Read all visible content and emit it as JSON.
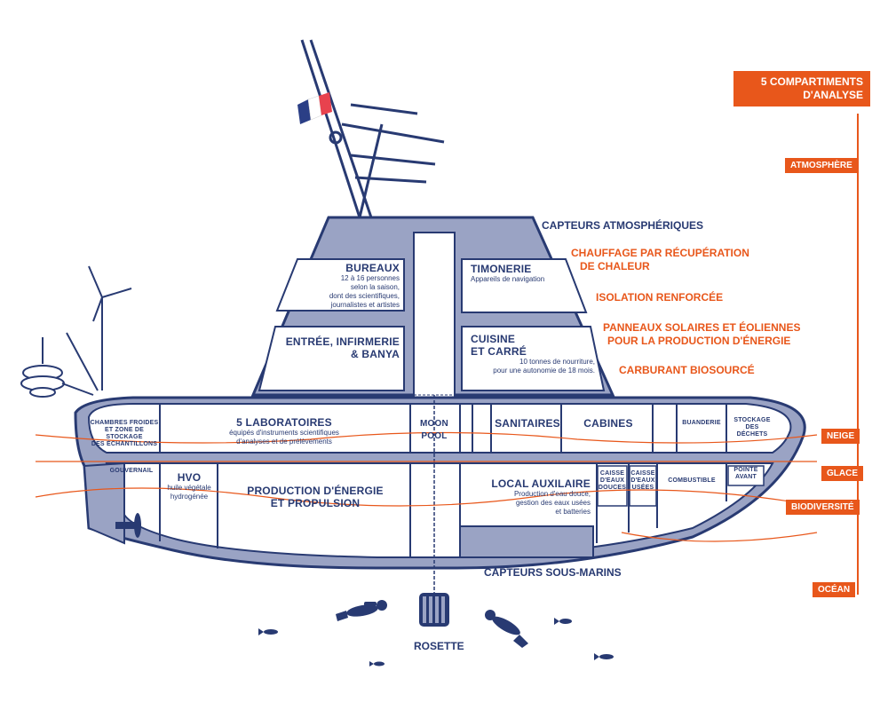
{
  "header": {
    "title_line1": "5 COMPARTIMENTS",
    "title_line2": "D'ANALYSE"
  },
  "compartments": [
    "ATMOSPHÈRE",
    "NEIGE",
    "GLACE",
    "BIODIVERSITÉ",
    "OCÉAN"
  ],
  "top_label": "CAPTEURS ATMOSPHÉRIQUES",
  "bottom_label": "CAPTEURS SOUS-MARINS",
  "rosette_label": "ROSETTE",
  "features": [
    "CHAUFFAGE PAR RÉCUPÉRATION",
    "DE CHALEUR",
    "ISOLATION RENFORCÉE",
    "PANNEAUX SOLAIRES ET ÉOLIENNES",
    "POUR LA PRODUCTION D'ÉNERGIE",
    "CARBURANT BIOSOURCÉ"
  ],
  "rooms": {
    "bureaux": {
      "title": "BUREAUX",
      "desc": [
        "12 à 16 personnes",
        "selon la saison,",
        "dont des scientifiques,",
        "journalistes et artistes"
      ]
    },
    "timonerie": {
      "title": "TIMONERIE",
      "desc": "Appareils de navigation"
    },
    "entree": {
      "title1": "ENTRÉE, INFIRMERIE",
      "title2": "& BANYA"
    },
    "cuisine": {
      "title1": "CUISINE",
      "title2": "ET CARRÉ",
      "desc": [
        "10 tonnes de nourriture,",
        "pour une autonomie de 18 mois."
      ]
    },
    "chambres": [
      "CHAMBRES FROIDES",
      "ET ZONE DE STOCKAGE",
      "DES ÉCHANTILLONS"
    ],
    "labos": {
      "title": "5 LABORATOIRES",
      "desc": [
        "équipés d'instruments scientifiques",
        "d'analyses et de prélèvements"
      ]
    },
    "moonpool": [
      "MOON",
      "POOL"
    ],
    "sanitaires": "SANITAIRES",
    "cabines": "CABINES",
    "buanderie": "BUANDERIE",
    "stockage": [
      "STOCKAGE",
      "DES",
      "DÉCHETS"
    ],
    "gouvernail": "GOUVERNAIL",
    "hvo": {
      "title": "HVO",
      "desc": [
        "huile végétale",
        "hydrogénée"
      ]
    },
    "production": [
      "PRODUCTION D'ÉNERGIE",
      "ET PROPULSION"
    ],
    "local": {
      "title": "LOCAL AUXILAIRE",
      "desc": [
        "Production d'eau douce,",
        "gestion des eaux usées",
        "et batteries"
      ]
    },
    "caisse_douces": [
      "CAISSE",
      "D'EAUX",
      "DOUCES"
    ],
    "caisse_usees": [
      "CAISSE",
      "D'EAUX",
      "USÉES"
    ],
    "combustible": "COMBUSTIBLE",
    "pointe": [
      "POINTE",
      "AVANT"
    ]
  },
  "colors": {
    "navy": "#283a72",
    "orange": "#e8571b",
    "hull_fill": "#9aa3c4",
    "light_fill": "#ffffff"
  }
}
